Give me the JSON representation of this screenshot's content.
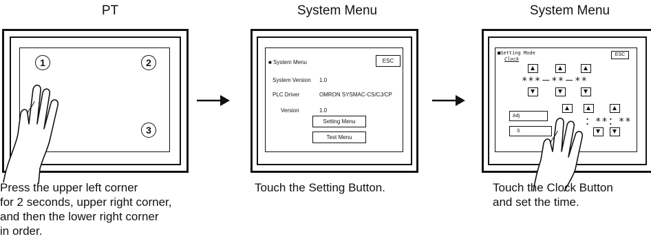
{
  "panels": [
    {
      "title": "PT",
      "caption": "Press the upper left corner\nfor 2 seconds, upper right corner,\nand then the lower right corner\nin order.",
      "corner_labels": [
        "1",
        "2",
        "3"
      ]
    },
    {
      "title": "System Menu",
      "caption": "Touch the Setting Button.",
      "screen": {
        "header": "■ System Menu",
        "esc": "ESC",
        "version_label": "System Version",
        "version_value": "1.0",
        "plc_label": "PLC  Driver",
        "plc_value": "OMRON   SYSMAC-CS/CJ/CP",
        "ver_label": "Version",
        "ver_value": "1.0",
        "setting_button": "Setting Menu",
        "test_button": "Test Menu"
      }
    },
    {
      "title": "System Menu",
      "caption": "Touch the Clock Button\nand set the time.",
      "screen": {
        "header": "■Setting Mode",
        "esc": "ESC",
        "clock_label": "Clock",
        "date_stars": "***－**－**",
        "time_stars": "：**：**",
        "adjust_partial": "Adj",
        "s_partial": "S"
      }
    }
  ]
}
